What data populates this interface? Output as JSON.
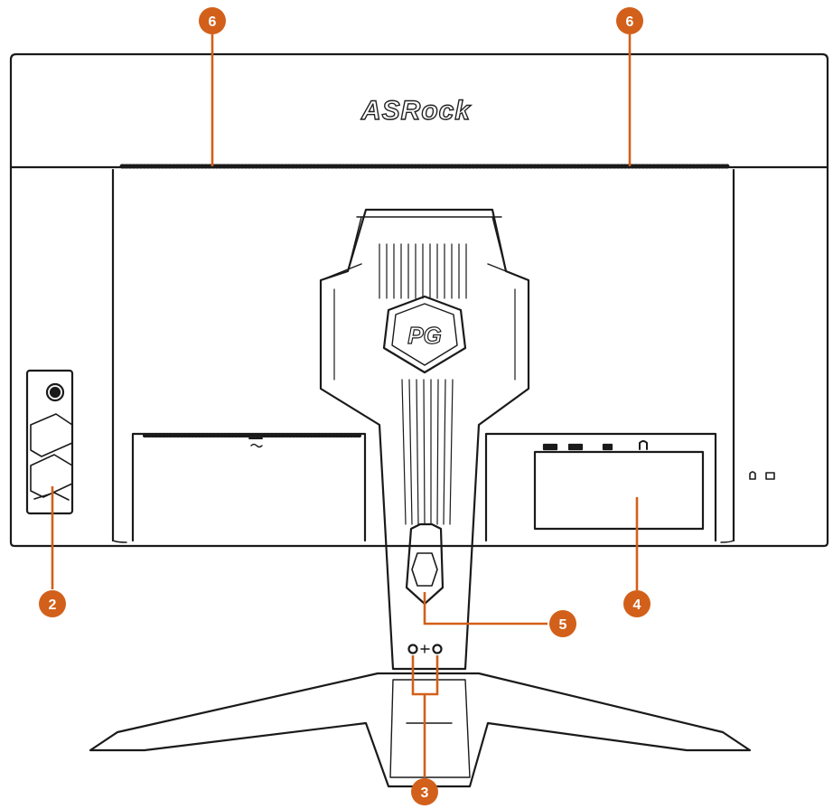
{
  "brand": {
    "logo_text": "ASRock",
    "emblem_text": "PG"
  },
  "colors": {
    "callout": "#d2601a",
    "line": "#1a1a1a",
    "leader": "#d2601a"
  },
  "callouts": [
    {
      "id": "top-left",
      "number": "6"
    },
    {
      "id": "top-right",
      "number": "6"
    },
    {
      "id": "left",
      "number": "2"
    },
    {
      "id": "bottom",
      "number": "3"
    },
    {
      "id": "right",
      "number": "4"
    },
    {
      "id": "center",
      "number": "5"
    }
  ]
}
